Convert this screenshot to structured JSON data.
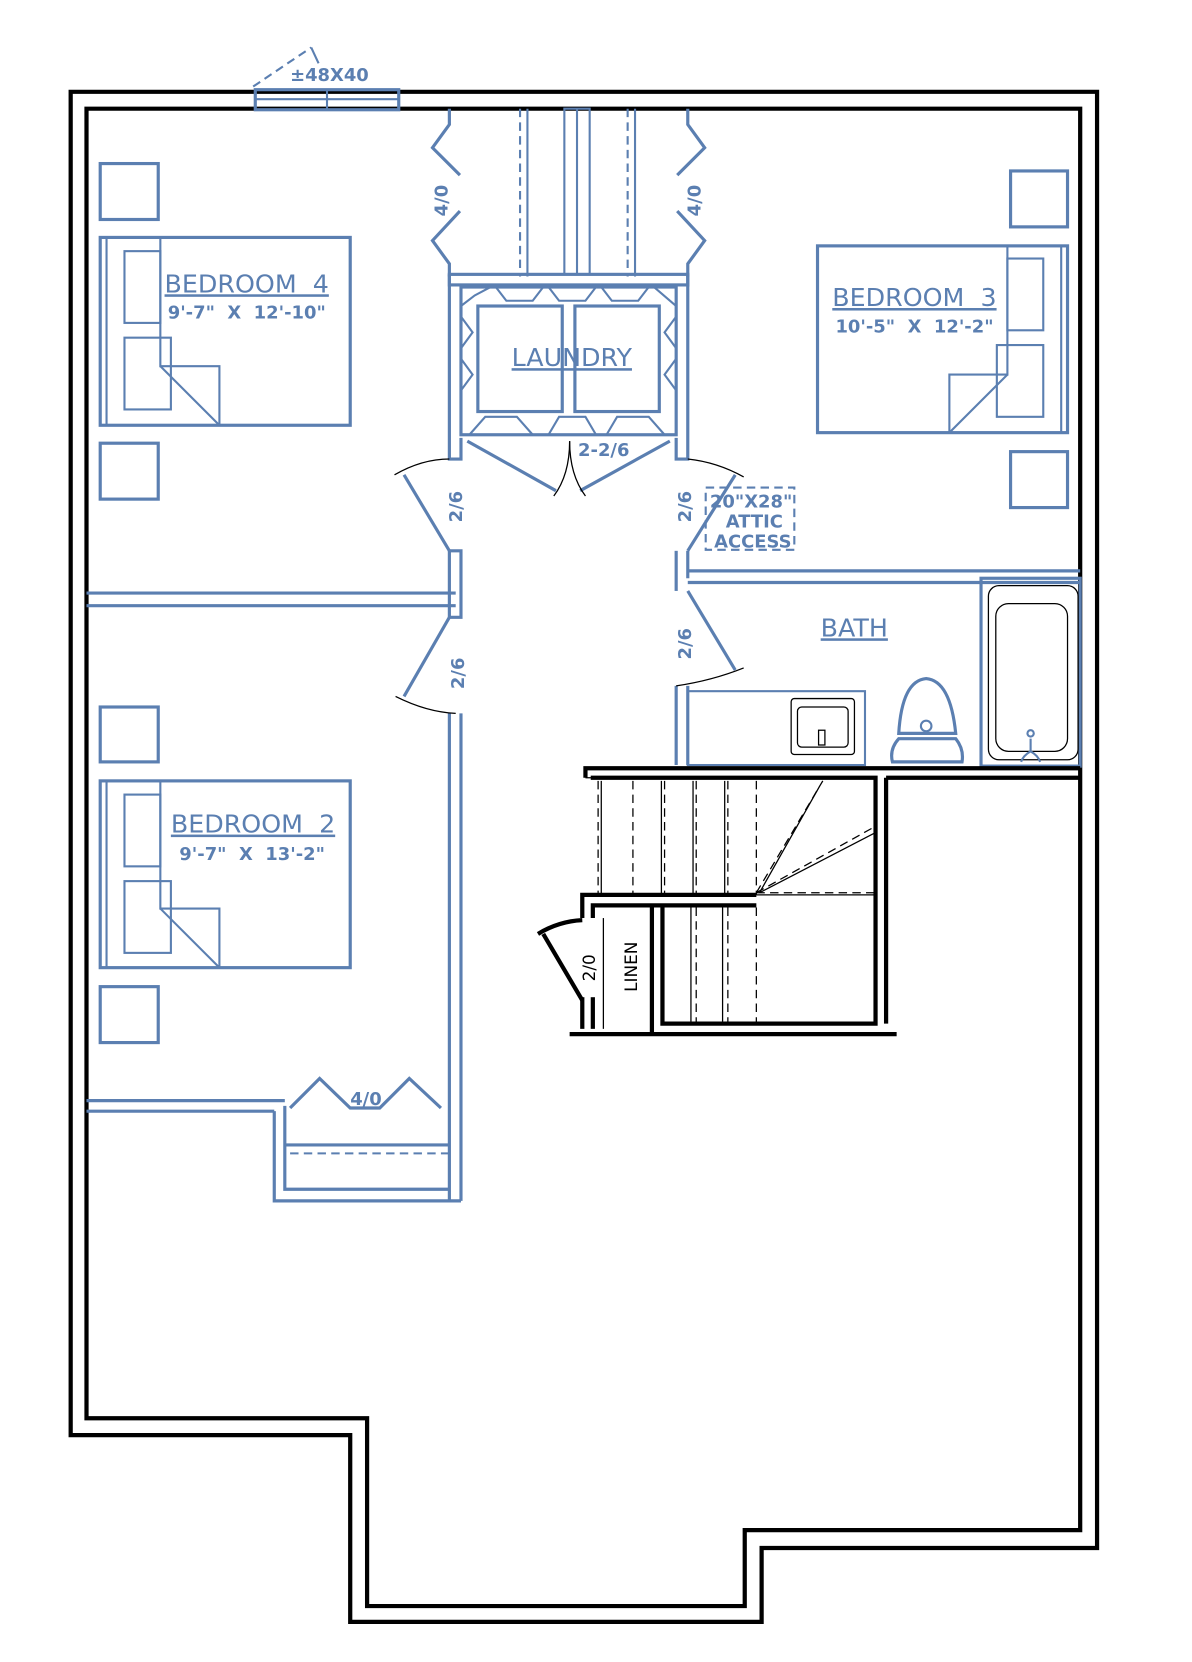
{
  "plan": {
    "window_label": "±48X40",
    "rooms": [
      {
        "name": "BEDROOM  4",
        "dims": "9'-7\"  X  12'-10\""
      },
      {
        "name": "BEDROOM  3",
        "dims": "10'-5\"  X  12'-2\""
      },
      {
        "name": "BEDROOM  2",
        "dims": "9'-7\"  X  13'-2\""
      },
      {
        "name": "LAUNDRY"
      },
      {
        "name": "BATH"
      }
    ],
    "doors": {
      "closet_left": "4/0",
      "closet_right": "4/0",
      "laundry": "2-2/6",
      "bed4": "2/6",
      "bed3": "2/6",
      "bed2": "2/6",
      "bath": "2/6",
      "bed2_closet": "4/0",
      "linen_door": "2/0"
    },
    "attic": {
      "line1": "20\"X28\"",
      "line2": "ATTIC",
      "line3": "ACCESS"
    },
    "linen": "LINEN",
    "colors": {
      "plan_blue": "#5b7fb1",
      "wall_black": "#000000"
    }
  }
}
